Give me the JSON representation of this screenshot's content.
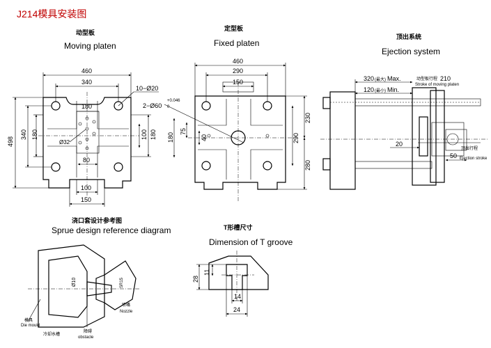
{
  "title": "J214模具安装图",
  "title_color": "#c00000",
  "moving_platen": {
    "label_cn": "动型板",
    "label_en": "Moving platen",
    "dims": {
      "d460": "460",
      "d340": "340",
      "d180": "180",
      "d498": "498",
      "d340v": "340",
      "d180v": "180",
      "d180r": "180",
      "d100r": "100",
      "d80": "80",
      "d100": "100",
      "d150": "150",
      "holes": "10−Ø20",
      "phi32": "Ø32"
    }
  },
  "fixed_platen": {
    "label_cn": "定型板",
    "label_en": "Fixed platen",
    "dims": {
      "d460": "460",
      "d290": "290",
      "d150": "150",
      "d75": "75",
      "d40": "40",
      "d180": "180",
      "d230": "230",
      "d290v": "290",
      "d280": "280",
      "holes": "2−Ø60",
      "tol": "+0.046",
      "tol0": "0"
    }
  },
  "ejection": {
    "label_cn": "顶出系统",
    "label_en": "Ejection system",
    "stroke_cn": "动型板行程",
    "stroke_val": "210",
    "stroke_en": "Stroke of moving platen",
    "max_val": "320",
    "max_cn": "(最大)",
    "max_en": "Max.",
    "min_val": "120",
    "min_cn": "(最小)",
    "min_en": "Min.",
    "d20": "20",
    "d50": "50",
    "ej_cn": "顶出行程",
    "ej_en": "Ejection stroke"
  },
  "sprue": {
    "label_cn": "浇口套设计参考图",
    "label_en": "Sprue design reference diagram",
    "die_cn": "模具",
    "die_en": "Die mould",
    "nozzle_cn": "喷嘴",
    "nozzle_en": "Nozzle",
    "obst_cn": "障碍",
    "obst_en": "obstacle",
    "cool_cn": "冷却水槽",
    "phi10": "Ø10",
    "sr": "SR15"
  },
  "tgroove": {
    "label_cn": "T形槽尺寸",
    "label_en": "Dimension of T groove",
    "d28": "28",
    "d11": "11",
    "d14": "14",
    "d24": "24"
  }
}
